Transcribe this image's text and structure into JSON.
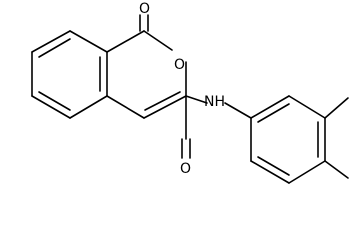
{
  "structure": {
    "atoms": {
      "carbonyl_oxygen": "O",
      "ring_oxygen": "O",
      "amide_nitrogen": "NH",
      "amide_oxygen": "O"
    },
    "colors": {
      "bond": "#000000",
      "label": "#000000",
      "background": "#ffffff"
    }
  }
}
